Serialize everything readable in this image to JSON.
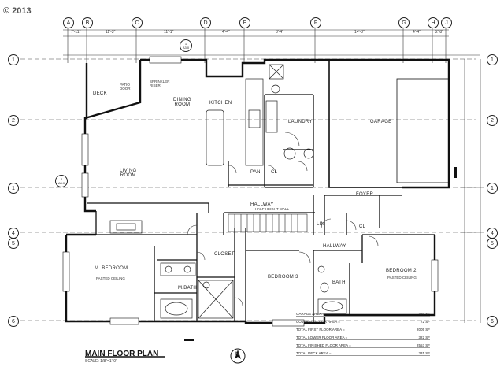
{
  "copyright": "© 2013",
  "grid_columns": [
    "A",
    "B",
    "C",
    "D",
    "E",
    "F",
    "G",
    "H",
    "J"
  ],
  "grid_rows": [
    "1",
    "2",
    "1",
    "4",
    "5",
    "6"
  ],
  "section_marker": "1\nA3.0",
  "section_marker_left": "2\nA3.0",
  "top_dims": [
    "7'-11\"",
    "11'-3\"",
    "11'-1\"",
    "4'-4\"",
    "8'-4\"",
    "14'-8\"",
    "4'-4\"",
    "2'-8\""
  ],
  "rooms": {
    "deck": "DECK",
    "dining": "DINING\nROOM",
    "kitchen": "KITCHEN",
    "laundry": "LAUNDRY",
    "garage": "GARAGE",
    "living": "LIVING\nROOM",
    "pan": "PAN",
    "cl": "CL",
    "hallway_top": "HALLWAY",
    "foyer": "FOYER",
    "closet": "CLOSET",
    "m_bedroom": "M. BEDROOM",
    "bedroom3": "BEDROOM 3",
    "bedroom2": "BEDROOM 2",
    "m_bath": "M.BATH",
    "bath": "BATH",
    "hallway_bottom": "HALLWAY",
    "lin": "LIN",
    "cl2": "CL"
  },
  "notes": {
    "patio_door": "PATIO\nDOOR",
    "sprinkler": "SPRINKLER\nRISER",
    "m_bedroom_note": "PASTED CEILING",
    "bedroom2_note": "PASTED CEILING",
    "stair_note": "HALF HEIGHT WALL"
  },
  "title": {
    "main": "MAIN FLOOR PLAN",
    "scale": "SCALE: 1/8\"=1'-0\""
  },
  "areas": [
    {
      "label": "GARAGE AREA =",
      "value": "469 SF"
    },
    {
      "label": "COVERED FLOOR AREA =",
      "value": "72 SF"
    },
    {
      "label": "TOTAL FIRST FLOOR AREA =",
      "value": "2005 SF"
    },
    {
      "label": "TOTAL LOWER FLOOR AREA =",
      "value": "322 SF"
    },
    {
      "label": "TOTAL FINISHED FLOOR AREA =",
      "value": "2553 SF"
    },
    {
      "label": "TOTAL DECK AREA =",
      "value": "331 SF"
    }
  ],
  "north_label": "N"
}
